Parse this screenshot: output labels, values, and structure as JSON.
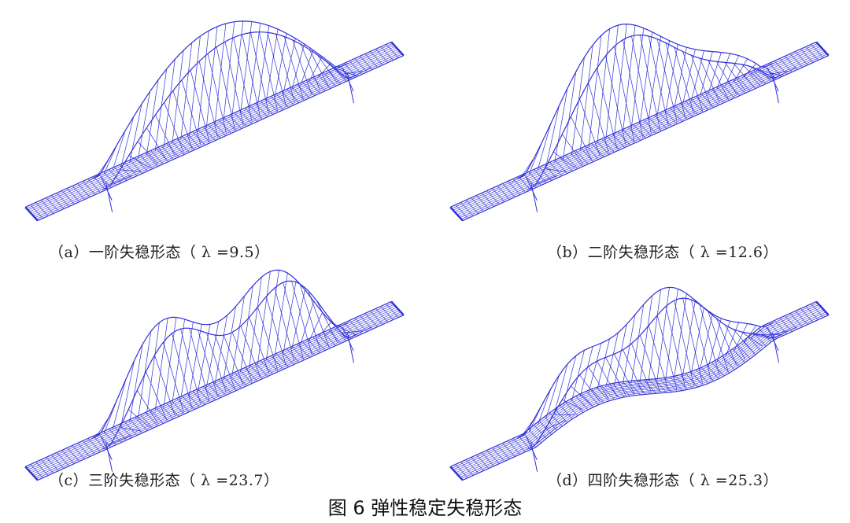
{
  "figure_title": "图 6  弹性稳定失稳形态",
  "line_color": "#3030d8",
  "panels": [
    {
      "caption": "（a）一阶失稳形态（ λ =9.5）",
      "mode": 1
    },
    {
      "caption": "（b）二阶失稳形态（ λ =12.6）",
      "mode": 2
    },
    {
      "caption": "（c）三阶失稳形态（ λ =23.7）",
      "mode": 3
    },
    {
      "caption": "（d）四阶失稳形态（ λ =25.3）",
      "mode": 4
    }
  ]
}
